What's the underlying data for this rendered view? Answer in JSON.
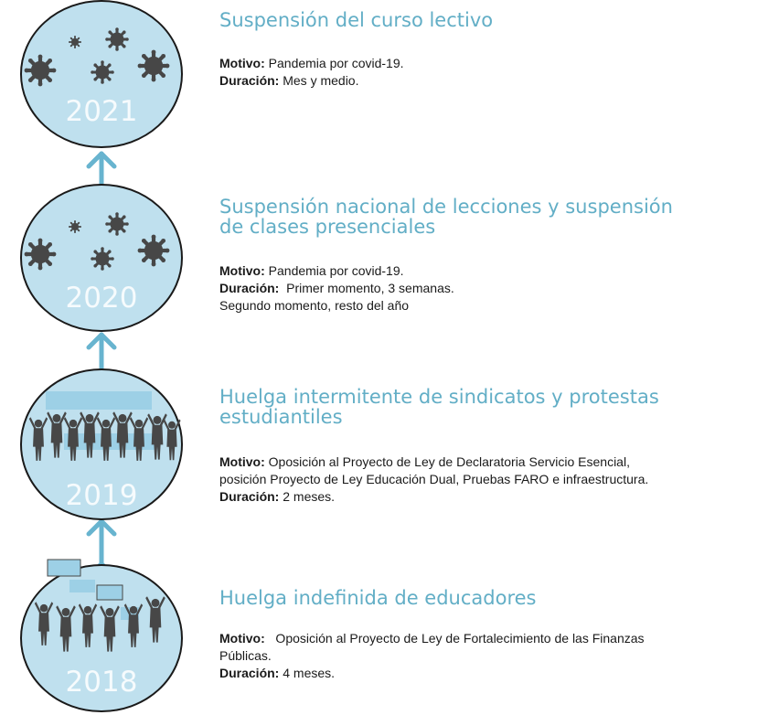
{
  "colors": {
    "accent": "#62aec6",
    "circle_fill": "#bfe0ee",
    "circle_stroke": "#1a1a1a",
    "silhouette": "#474747",
    "sign": "#9dd0e6",
    "connector": "#68b4cf"
  },
  "events": [
    {
      "year": "2021",
      "icon": "virus-icon",
      "title": "Suspensión del curso lectivo",
      "motivo_label": "Motivo:",
      "motivo": " Pandemia por covid-19.",
      "duracion_label": "Duración:",
      "duracion": " Mes y medio."
    },
    {
      "year": "2020",
      "icon": "virus-icon",
      "title_line1": "Suspensión nacional de lecciones y suspensión",
      "title_line2": "de clases presenciales",
      "motivo_label": "Motivo:",
      "motivo": " Pandemia por covid-19.",
      "duracion_label": "Duración:",
      "duracion": "  Primer momento, 3 semanas.",
      "duracion_extra": "Segundo momento, resto del año"
    },
    {
      "year": "2019",
      "icon": "protest-crowd-icon",
      "title_line1": "Huelga intermitente de sindicatos y protestas",
      "title_line2": "estudiantiles",
      "motivo_label": "Motivo:",
      "motivo_line1": " Oposición al Proyecto de Ley de Declaratoria Servicio Esencial,",
      "motivo_line2": "posición Proyecto de Ley Educación Dual, Pruebas FARO e infraestructura.",
      "duracion_label": "Duración:",
      "duracion": " 2 meses."
    },
    {
      "year": "2018",
      "icon": "protest-crowd-icon",
      "title": "Huelga indefinida de educadores",
      "motivo_label": "Motivo:",
      "motivo_line1": "   Oposición al Proyecto de Ley de Fortalecimiento de las Finanzas",
      "motivo_line2": "Públicas.",
      "duracion_label": "Duración:",
      "duracion": " 4 meses."
    }
  ]
}
